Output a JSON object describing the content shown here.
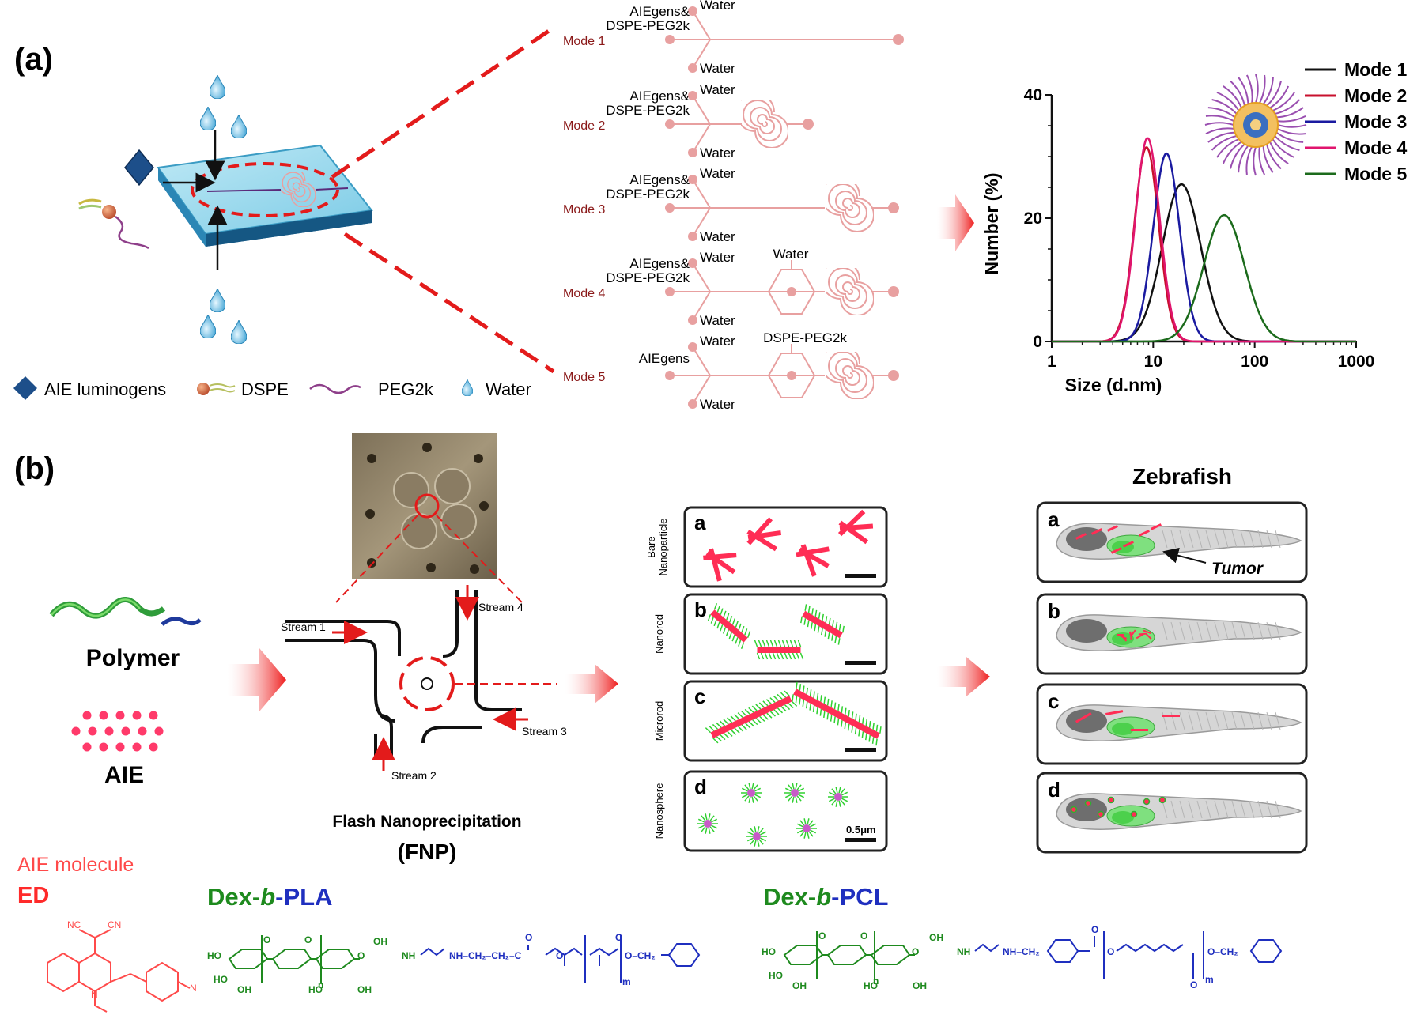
{
  "panel_a": {
    "label": "(a)",
    "legend": {
      "aie": "AIE luminogens",
      "dspe": "DSPE",
      "peg": "PEG2k",
      "water": "Water"
    },
    "modes": [
      {
        "name": "Mode 1",
        "inlet_main": "AIEgens&\nDSPE-PEG2k",
        "inlet_top": "Water",
        "inlet_bottom": "Water",
        "extra": ""
      },
      {
        "name": "Mode 2",
        "inlet_main": "AIEgens&\nDSPE-PEG2k",
        "inlet_top": "Water",
        "inlet_bottom": "Water",
        "extra": ""
      },
      {
        "name": "Mode 3",
        "inlet_main": "AIEgens&\nDSPE-PEG2k",
        "inlet_top": "Water",
        "inlet_bottom": "Water",
        "extra": ""
      },
      {
        "name": "Mode 4",
        "inlet_main": "AIEgens&\nDSPE-PEG2k",
        "inlet_top": "Water",
        "inlet_bottom": "Water",
        "extra": "Water"
      },
      {
        "name": "Mode 5",
        "inlet_main": "AIEgens",
        "inlet_top": "Water",
        "inlet_bottom": "Water",
        "extra": "DSPE-PEG2k"
      }
    ]
  },
  "chart_data": {
    "type": "line",
    "xlabel": "Size (d.nm)",
    "ylabel": "Number (%)",
    "x_scale": "log",
    "xlim": [
      1,
      1000
    ],
    "ylim": [
      0,
      40
    ],
    "x_ticks": [
      "1",
      "10",
      "100",
      "1000"
    ],
    "y_ticks": [
      "0",
      "20",
      "40"
    ],
    "legend_position": "top-right",
    "series": [
      {
        "name": "Mode 1",
        "color": "#111111",
        "peak_x": 19,
        "peak_y": 25.5,
        "width": 0.19
      },
      {
        "name": "Mode 2",
        "color": "#c8102e",
        "peak_x": 8.6,
        "peak_y": 31.5,
        "width": 0.12
      },
      {
        "name": "Mode 3",
        "color": "#1a1aa0",
        "peak_x": 13.5,
        "peak_y": 30.5,
        "width": 0.13
      },
      {
        "name": "Mode 4",
        "color": "#e0156e",
        "peak_x": 8.8,
        "peak_y": 33,
        "width": 0.12
      },
      {
        "name": "Mode 5",
        "color": "#1c6b1c",
        "peak_x": 50,
        "peak_y": 20.5,
        "width": 0.2
      }
    ]
  },
  "panel_b": {
    "label": "(b)",
    "polymer": "Polymer",
    "aie": "AIE",
    "streams": [
      "Stream 1",
      "Stream 2",
      "Stream 3",
      "Stream 4"
    ],
    "fnp_line1": "Flash Nanoprecipitation",
    "fnp_line2": "(FNP)",
    "morph_rows": [
      {
        "letter": "a",
        "side": "Bare\nNanoparticle"
      },
      {
        "letter": "b",
        "side": "Nanorod"
      },
      {
        "letter": "c",
        "side": "Microrod"
      },
      {
        "letter": "d",
        "side": "Nanosphere"
      }
    ],
    "scale_bar": "0.5μm",
    "zebrafish_title": "Zebrafish",
    "zebrafish_letters": [
      "a",
      "b",
      "c",
      "d"
    ],
    "tumor": "Tumor"
  },
  "chemistry": {
    "aie_molecule": "AIE molecule",
    "ed": "ED",
    "pla_dex": "Dex-",
    "pla_b": "b",
    "pla_tail": "-PLA",
    "pcl_dex": "Dex-",
    "pcl_b": "b",
    "pcl_tail": "-PCL",
    "atoms": {
      "nc": "NC",
      "cn": "CN",
      "n": "N",
      "ho": "HO",
      "oh": "OH",
      "o": "O",
      "nh": "NH",
      "m": "m",
      "sub_n": "n",
      "ch2_pla": "NH–CH₂–CH₂–C",
      "och2": "O–CH₂",
      "ch2_pcl": "NH–CH₂"
    }
  },
  "colors": {
    "red_dash": "#e31b1b",
    "channel": "#e8a0a0",
    "mode_text": "#8b1a1a",
    "arrow_red": "#ee1c1c",
    "green": "#1e8a1e",
    "blue": "#1f2fbf",
    "pink": "#ff3060"
  }
}
